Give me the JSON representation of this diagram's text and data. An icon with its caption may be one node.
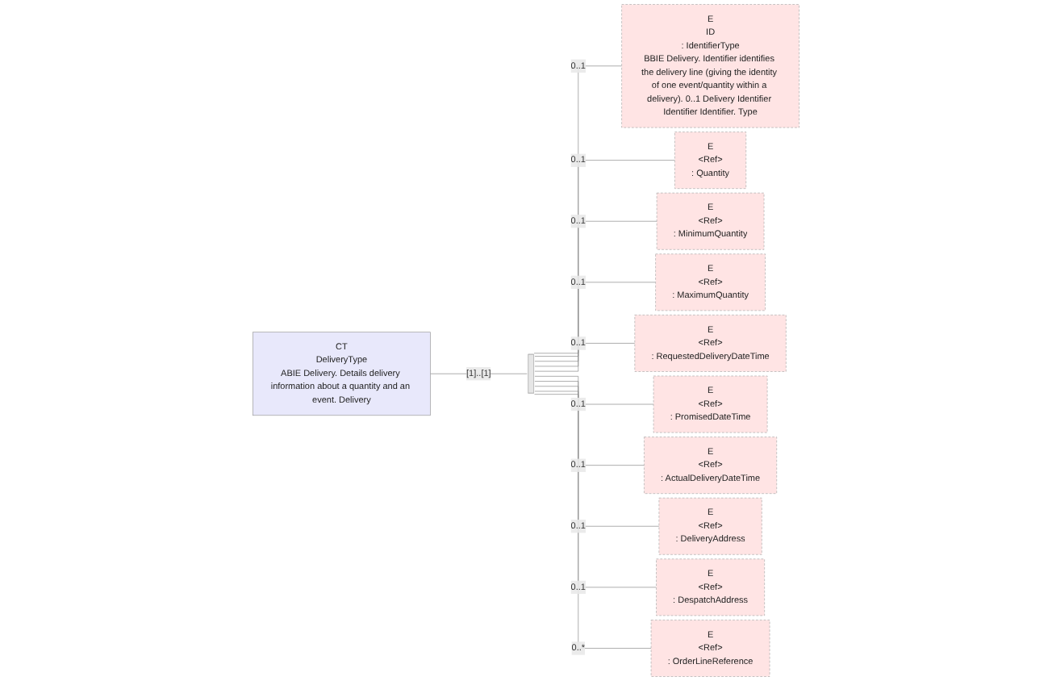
{
  "diagram": {
    "nodes": [
      {
        "text": [
          "CT",
          "DeliveryType",
          "ABIE Delivery. Details delivery information about a quantity and an event. Delivery"
        ]
      },
      {
        "text": [],
        "shape": "bar"
      },
      {
        "text": [
          "E",
          "ID",
          ": IdentifierType",
          "BBIE Delivery. Identifier identifies the delivery line (giving the identity of one event/quantity within a delivery). 0..1 Delivery Identifier Identifier Identifier. Type"
        ]
      },
      {
        "text": [
          "E",
          "<Ref>",
          ": Quantity"
        ]
      },
      {
        "text": [
          "E",
          "<Ref>",
          ": MinimumQuantity"
        ]
      },
      {
        "text": [
          "E",
          "<Ref>",
          ": MaximumQuantity"
        ]
      },
      {
        "text": [
          "E",
          "<Ref>",
          ": RequestedDeliveryDateTime"
        ]
      },
      {
        "text": [
          "E",
          "<Ref>",
          ": PromisedDateTime"
        ]
      },
      {
        "text": [
          "E",
          "<Ref>",
          ": ActualDeliveryDateTime"
        ]
      },
      {
        "text": [
          "E",
          "<Ref>",
          ": DeliveryAddress"
        ]
      },
      {
        "text": [
          "E",
          "<Ref>",
          ": DespatchAddress"
        ]
      },
      {
        "text": [
          "E",
          "<Ref>",
          ": OrderLineReference"
        ]
      }
    ],
    "edges": [
      {
        "from": 0,
        "to": 1,
        "arrow": "none",
        "label": "[1]..[1]"
      },
      {
        "from": 1,
        "to": 2,
        "arrow": "none",
        "label": "0..1"
      },
      {
        "from": 1,
        "to": 3,
        "arrow": "none",
        "label": "0..1"
      },
      {
        "from": 1,
        "to": 4,
        "arrow": "none",
        "label": "0..1"
      },
      {
        "from": 1,
        "to": 5,
        "arrow": "none",
        "label": "0..1"
      },
      {
        "from": 1,
        "to": 6,
        "arrow": "none",
        "label": "0..1"
      },
      {
        "from": 1,
        "to": 7,
        "arrow": "none",
        "label": "0..1"
      },
      {
        "from": 1,
        "to": 8,
        "arrow": "none",
        "label": "0..1"
      },
      {
        "from": 1,
        "to": 9,
        "arrow": "none",
        "label": "0..1"
      },
      {
        "from": 1,
        "to": 10,
        "arrow": "none",
        "label": "0..1"
      },
      {
        "from": 1,
        "to": 11,
        "arrow": "none",
        "label": "0..*"
      }
    ]
  }
}
